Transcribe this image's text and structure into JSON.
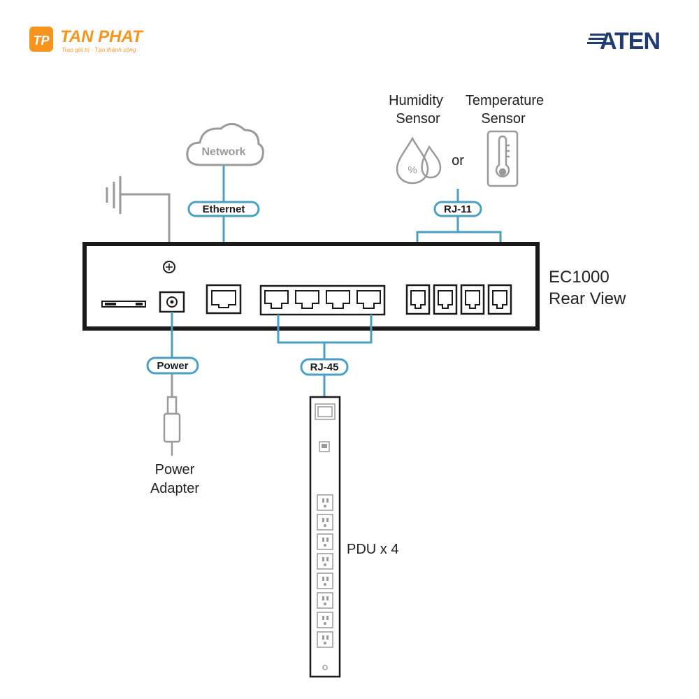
{
  "logos": {
    "tanphat": {
      "name": "TAN PHAT",
      "tagline": "Trao giá trị - Tạo thành công",
      "mark": "TP",
      "color": "#f7941d"
    },
    "aten": {
      "name": "ATEN",
      "color": "#1f3b73"
    }
  },
  "diagram": {
    "network_cloud": "Network",
    "pills": {
      "ethernet": "Ethernet",
      "rj11": "RJ-11",
      "power": "Power",
      "rj45": "RJ-45"
    },
    "sensors": {
      "humidity_line1": "Humidity",
      "humidity_line2": "Sensor",
      "temperature_line1": "Temperature",
      "temperature_line2": "Sensor",
      "or": "or",
      "humidity_symbol": "%"
    },
    "device_label_line1": "EC1000",
    "device_label_line2": "Rear View",
    "power_adapter_line1": "Power",
    "power_adapter_line2": "Adapter",
    "pdu_label": "PDU x 4",
    "colors": {
      "accent": "#4a9fc4",
      "outline": "#1a1a1a",
      "gray": "#9a9a9a"
    }
  }
}
